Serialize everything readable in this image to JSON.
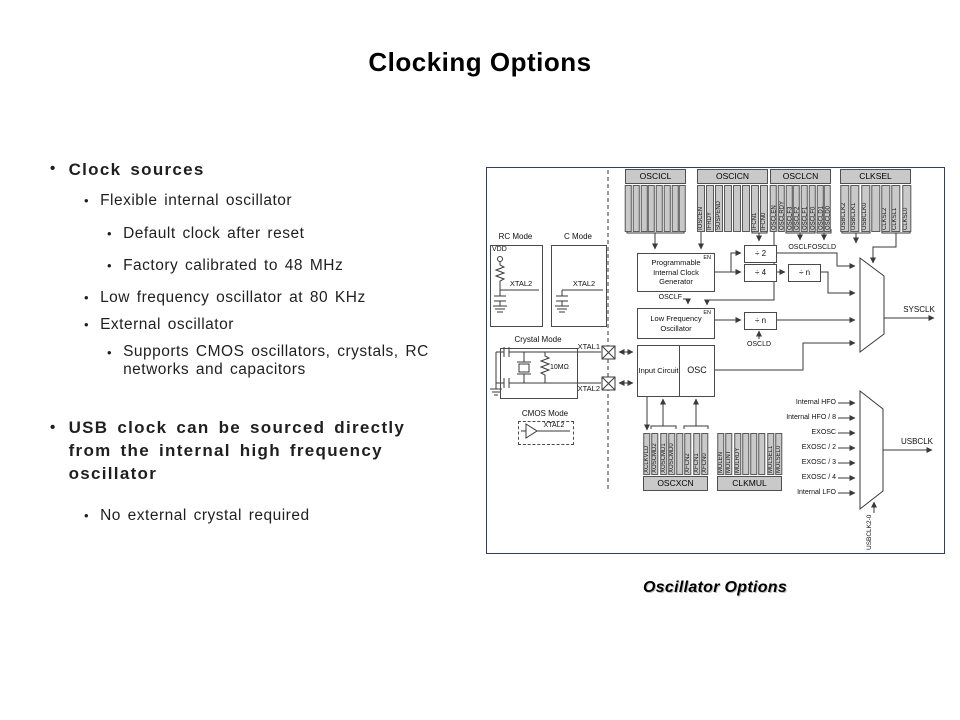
{
  "slide": {
    "title": "Clocking Options",
    "caption": "Oscillator Options",
    "bullets": {
      "b1": "Clock sources",
      "b1_1": "Flexible internal oscillator",
      "b1_1_1": "Default clock after reset",
      "b1_1_2": "Factory calibrated to 48 MHz",
      "b1_2": "Low frequency oscillator at 80 KHz",
      "b1_3": "External oscillator",
      "b1_3_1": "Supports CMOS oscillators, crystals, RC networks and capacitors",
      "b2": "USB clock can be sourced directly from the internal high frequency oscillator",
      "b2_1": "No external crystal required"
    }
  },
  "diagram": {
    "registers": {
      "oscicl": {
        "title": "OSCICL",
        "bits": [
          "",
          "",
          "",
          "",
          "",
          "",
          "",
          ""
        ]
      },
      "oscicn": {
        "title": "OSCICN",
        "bits": [
          "IOSCEN",
          "IFRDY",
          "SUSPEND",
          "",
          "",
          "",
          "IFCN1",
          "IFCN0"
        ]
      },
      "osclcn": {
        "title": "OSCLCN",
        "bits": [
          "OSCLEN",
          "OSCLRDY",
          "OSCLF3",
          "OSCLF2",
          "OSCLF1",
          "OSCLF0",
          "OSCLD1",
          "OSCLD0"
        ]
      },
      "clksel": {
        "title": "CLKSEL",
        "bits": [
          "USBCLK2",
          "USBCLK1",
          "USBCLK0",
          "",
          "CLKSL2",
          "CLKSL1",
          "CLKSL0"
        ]
      },
      "oscxcn": {
        "title": "OSCXCN",
        "bits": [
          "XCLKVLD",
          "XOSCMD2",
          "XOSCMD1",
          "XOSCMD0",
          "",
          "XFCN2",
          "XFCN1",
          "XFCN0"
        ]
      },
      "clkmul": {
        "title": "CLKMUL",
        "bits": [
          "MULEN",
          "MULINT",
          "MULRDY",
          "",
          "",
          "",
          "MULSEL1",
          "MULSEL0"
        ]
      }
    },
    "blocks": {
      "picg": "Programmable Internal Clock Generator",
      "lfo": "Low Frequency Oscillator",
      "input_circuit": "Input Circuit",
      "osc": "OSC",
      "en": "EN",
      "div2": "÷ 2",
      "div4": "÷ 4",
      "divn": "÷ n"
    },
    "labels": {
      "osclf": "OSCLF",
      "oscld": "OSCLD",
      "sysclk": "SYSCLK",
      "usbclk": "USBCLK",
      "usbclk_sel": "USBCLK2-0",
      "xtal1": "XTAL1",
      "xtal2": "XTAL2",
      "rc_mode": "RC Mode",
      "c_mode": "C Mode",
      "crystal_mode": "Crystal Mode",
      "cmos_mode": "CMOS Mode",
      "vdd": "VDD",
      "r10m": "10MΩ"
    },
    "usb_mux_inputs": [
      "Internal HFO",
      "Internal HFO / 8",
      "EXOSC",
      "EXOSC / 2",
      "EXOSC / 3",
      "EXOSC / 4",
      "Internal LFO"
    ]
  }
}
